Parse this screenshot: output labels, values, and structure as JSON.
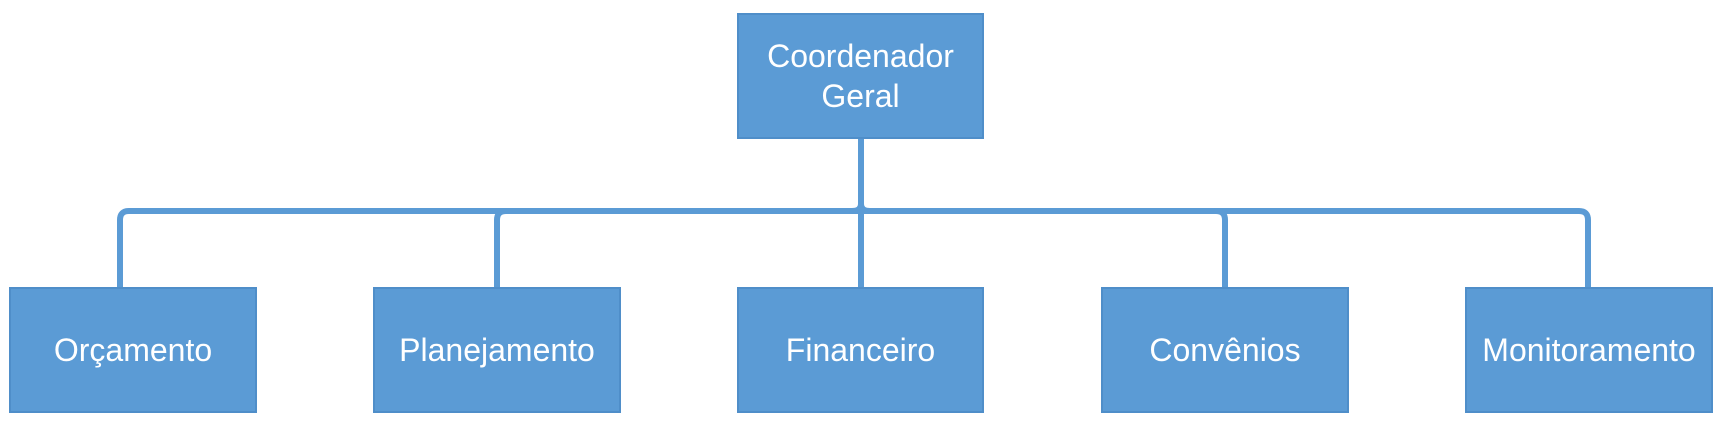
{
  "diagram": {
    "type": "org-chart",
    "colors": {
      "node_fill": "#5b9bd5",
      "node_border": "#4f8ec9",
      "node_text": "#ffffff",
      "connector": "#5b9bd5",
      "background": "#ffffff"
    },
    "root": {
      "lines": [
        "Coordenador",
        "Geral"
      ]
    },
    "children": [
      {
        "label": "Orçamento"
      },
      {
        "label": "Planejamento"
      },
      {
        "label": "Financeiro"
      },
      {
        "label": "Convênios"
      },
      {
        "label": "Monitoramento"
      }
    ]
  }
}
